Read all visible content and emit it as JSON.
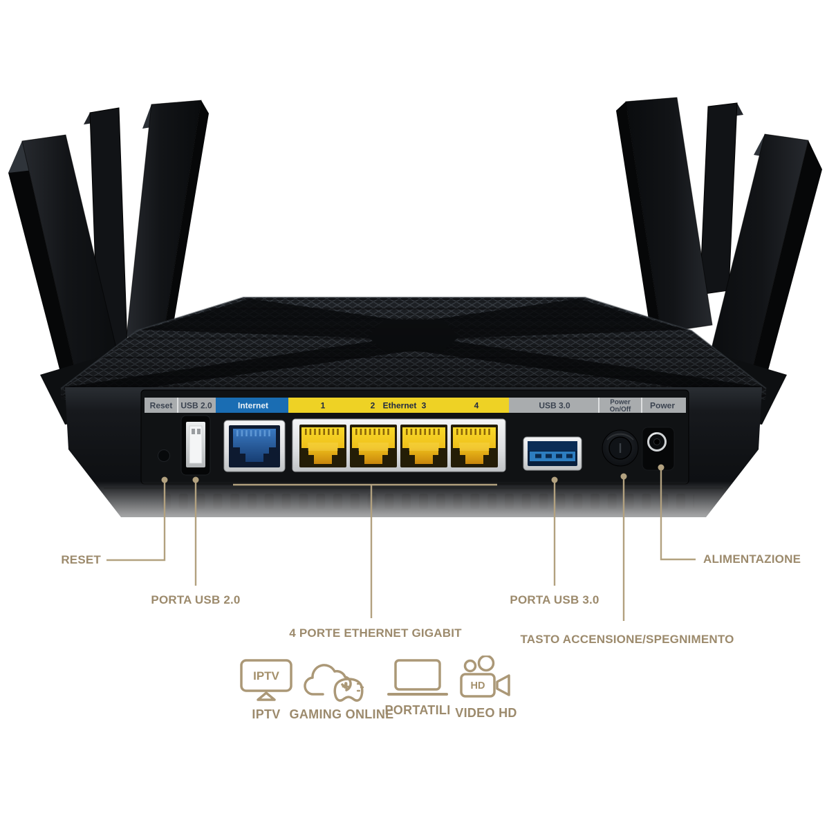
{
  "accent": {
    "line_color": "#b2a17f",
    "text_color": "#9c8a6c"
  },
  "panel": {
    "reset_label": "Reset",
    "usb2_label": "USB 2.0",
    "internet_label": "Internet",
    "eth_port1": "1",
    "eth_port2": "2",
    "ethernet_label": "Ethernet",
    "eth_port3": "3",
    "eth_port4": "4",
    "usb3_label": "USB 3.0",
    "power_switch_line1": "Power",
    "power_switch_line2": "On/Off",
    "power_label": "Power",
    "colors": {
      "strip_gray": "#a9acae",
      "internet_blue": "#1a6db3",
      "ethernet_yellow": "#eed225"
    }
  },
  "callouts": {
    "reset": "RESET",
    "usb2": "PORTA USB 2.0",
    "ethernet": "4 PORTE ETHERNET GIGABIT",
    "usb3": "PORTA USB 3.0",
    "power_switch": "TASTO ACCENSIONE/SPEGNIMENTO",
    "power_jack": "ALIMENTAZIONE"
  },
  "features": {
    "iptv": {
      "label": "IPTV",
      "icon": "tv-iptv-icon",
      "icon_text": "IPTV"
    },
    "gaming": {
      "label": "GAMING ONLINE",
      "icon": "cloud-gamepad-icon"
    },
    "laptops": {
      "label": "PORTATILI",
      "icon": "laptop-icon"
    },
    "video": {
      "label": "VIDEO HD",
      "icon": "video-camera-icon",
      "icon_text": "HD"
    }
  }
}
